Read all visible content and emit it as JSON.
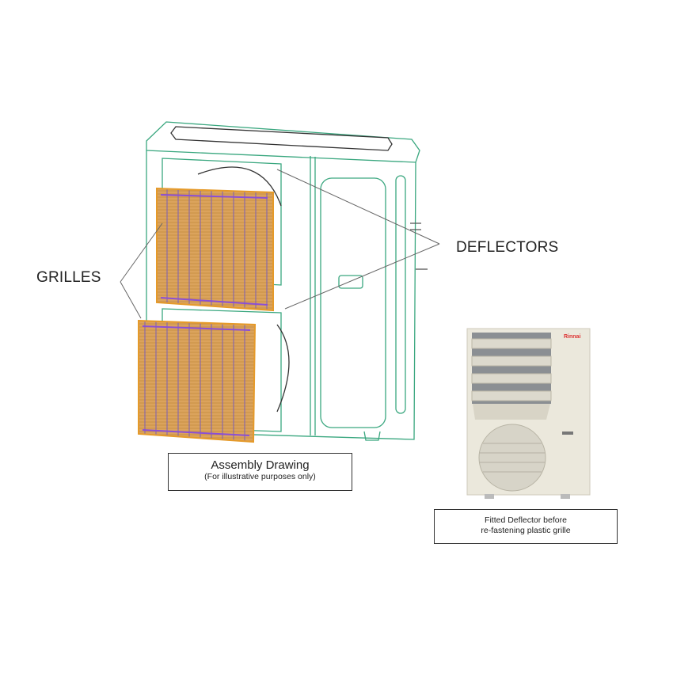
{
  "labels": {
    "grilles": "GRILLES",
    "deflectors": "DEFLECTORS"
  },
  "assembly_caption": {
    "title": "Assembly Drawing",
    "subtitle": "(For illustrative purposes only)"
  },
  "photo_caption": {
    "line1": "Fitted Deflector before",
    "line2": "re-fastening plastic grille"
  },
  "photo_brand": "Rinnai",
  "colors": {
    "outline": "#3aa77f",
    "grille_fill": "#d9a35a",
    "grille_border": "#e59a2a",
    "grille_bar": "#8a4fd6",
    "unit_photo": "#e9e6da"
  }
}
